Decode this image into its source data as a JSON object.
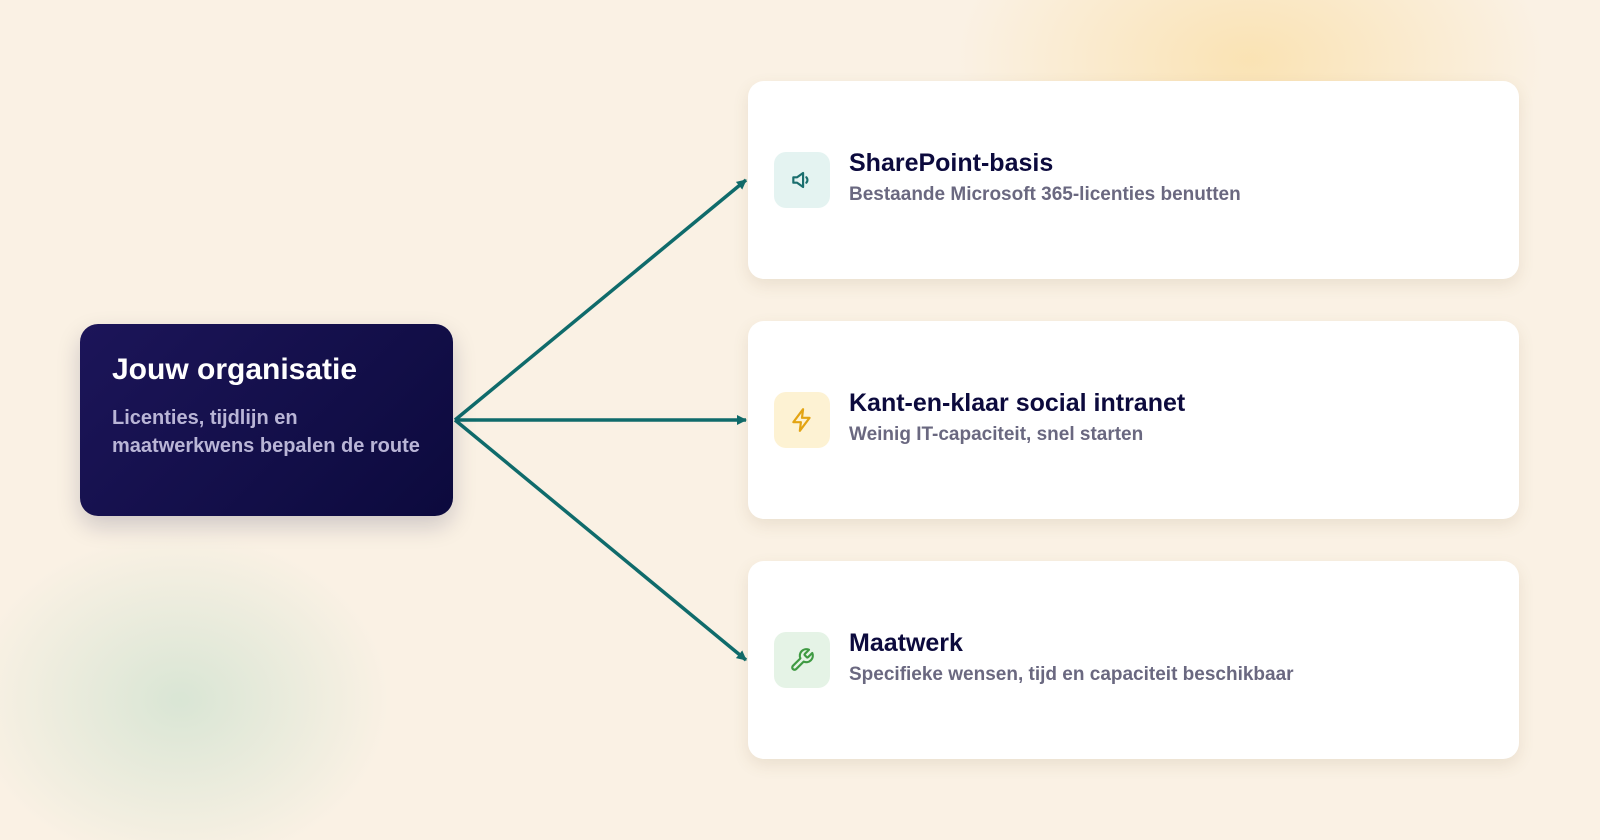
{
  "source": {
    "title": "Jouw organisatie",
    "subtitle": "Licenties, tijdlijn en maatwerkwens bepalen de route"
  },
  "options": [
    {
      "title": "SharePoint-basis",
      "subtitle": "Bestaande Microsoft 365-licenties benutten",
      "icon": "megaphone-icon",
      "icon_color": "#1a6e6e",
      "icon_bg": "#e4f3f1"
    },
    {
      "title": "Kant-en-klaar social intranet",
      "subtitle": "Weinig IT-capaciteit, snel starten",
      "icon": "lightning-icon",
      "icon_color": "#e3a413",
      "icon_bg": "#fdf2d3"
    },
    {
      "title": "Maatwerk",
      "subtitle": "Specifieke wensen, tijd en capaciteit beschikbaar",
      "icon": "wrench-icon",
      "icon_color": "#3f9a43",
      "icon_bg": "#e5f3e6"
    }
  ],
  "colors": {
    "arrow": "#0f6b6b",
    "source_bg": "#120f4a",
    "background": "#faf1e4"
  }
}
